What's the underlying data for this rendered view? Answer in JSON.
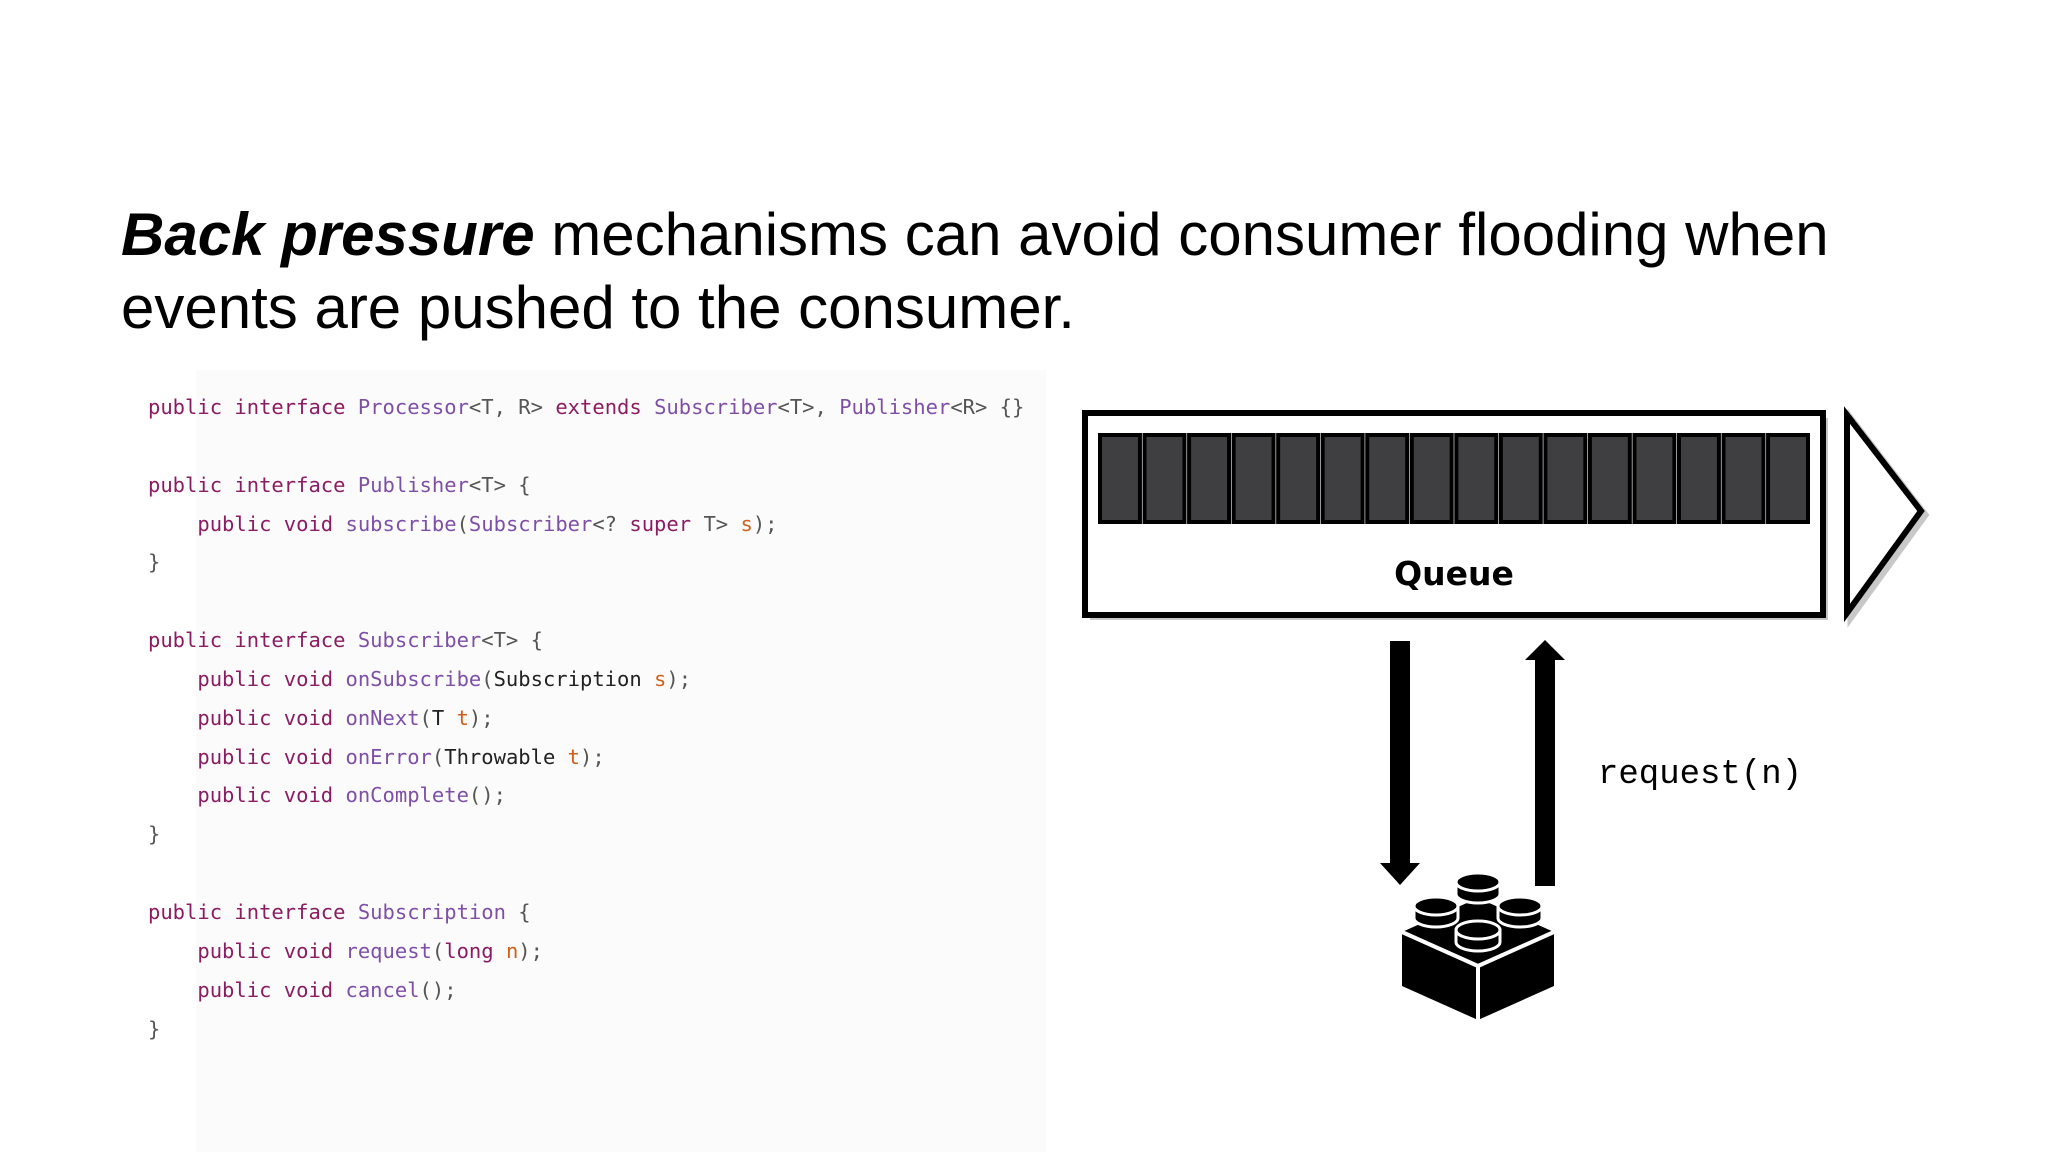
{
  "title": {
    "emphasis": "Back pressure",
    "rest": " mechanisms can avoid consumer flooding when events are pushed to the consumer."
  },
  "code": {
    "lines": [
      [
        [
          "k",
          "public interface "
        ],
        [
          "t",
          "Processor"
        ],
        [
          "p",
          "<T, R> "
        ],
        [
          "k",
          "extends "
        ],
        [
          "t",
          "Subscriber"
        ],
        [
          "p",
          "<T>, "
        ],
        [
          "t",
          "Publisher"
        ],
        [
          "p",
          "<R> {}"
        ]
      ],
      [],
      [
        [
          "k",
          "public interface "
        ],
        [
          "t",
          "Publisher"
        ],
        [
          "p",
          "<T> {"
        ]
      ],
      [
        [
          "n",
          "    "
        ],
        [
          "k",
          "public void "
        ],
        [
          "t",
          "subscribe"
        ],
        [
          "p",
          "("
        ],
        [
          "t",
          "Subscriber"
        ],
        [
          "p",
          "<? "
        ],
        [
          "k",
          "super "
        ],
        [
          "p",
          "T> "
        ],
        [
          "pm",
          "s"
        ],
        [
          "p",
          ");"
        ]
      ],
      [
        [
          "p",
          "}"
        ]
      ],
      [],
      [
        [
          "k",
          "public interface "
        ],
        [
          "t",
          "Subscriber"
        ],
        [
          "p",
          "<T> {"
        ]
      ],
      [
        [
          "n",
          "    "
        ],
        [
          "k",
          "public void "
        ],
        [
          "t",
          "onSubscribe"
        ],
        [
          "p",
          "("
        ],
        [
          "n",
          "Subscription "
        ],
        [
          "pm",
          "s"
        ],
        [
          "p",
          ");"
        ]
      ],
      [
        [
          "n",
          "    "
        ],
        [
          "k",
          "public void "
        ],
        [
          "t",
          "onNext"
        ],
        [
          "p",
          "("
        ],
        [
          "n",
          "T "
        ],
        [
          "pm",
          "t"
        ],
        [
          "p",
          ");"
        ]
      ],
      [
        [
          "n",
          "    "
        ],
        [
          "k",
          "public void "
        ],
        [
          "t",
          "onError"
        ],
        [
          "p",
          "("
        ],
        [
          "n",
          "Throwable "
        ],
        [
          "pm",
          "t"
        ],
        [
          "p",
          ");"
        ]
      ],
      [
        [
          "n",
          "    "
        ],
        [
          "k",
          "public void "
        ],
        [
          "t",
          "onComplete"
        ],
        [
          "p",
          "();"
        ]
      ],
      [
        [
          "p",
          "}"
        ]
      ],
      [],
      [
        [
          "k",
          "public interface "
        ],
        [
          "t",
          "Subscription"
        ],
        [
          "p",
          " {"
        ]
      ],
      [
        [
          "n",
          "    "
        ],
        [
          "k",
          "public void "
        ],
        [
          "t",
          "request"
        ],
        [
          "p",
          "("
        ],
        [
          "k",
          "long "
        ],
        [
          "pm",
          "n"
        ],
        [
          "p",
          ");"
        ]
      ],
      [
        [
          "n",
          "    "
        ],
        [
          "k",
          "public void "
        ],
        [
          "t",
          "cancel"
        ],
        [
          "p",
          "();"
        ]
      ],
      [
        [
          "p",
          "}"
        ]
      ]
    ]
  },
  "diagram": {
    "queue_label": "Queue",
    "queue_slot_count": 16,
    "request_label": "request(n)",
    "colors": {
      "stroke": "#000000",
      "slot_fill": "#3f3e40",
      "shadow": "#9a9a9a"
    },
    "icons": {
      "consumer": "lego-brick-icon"
    }
  }
}
